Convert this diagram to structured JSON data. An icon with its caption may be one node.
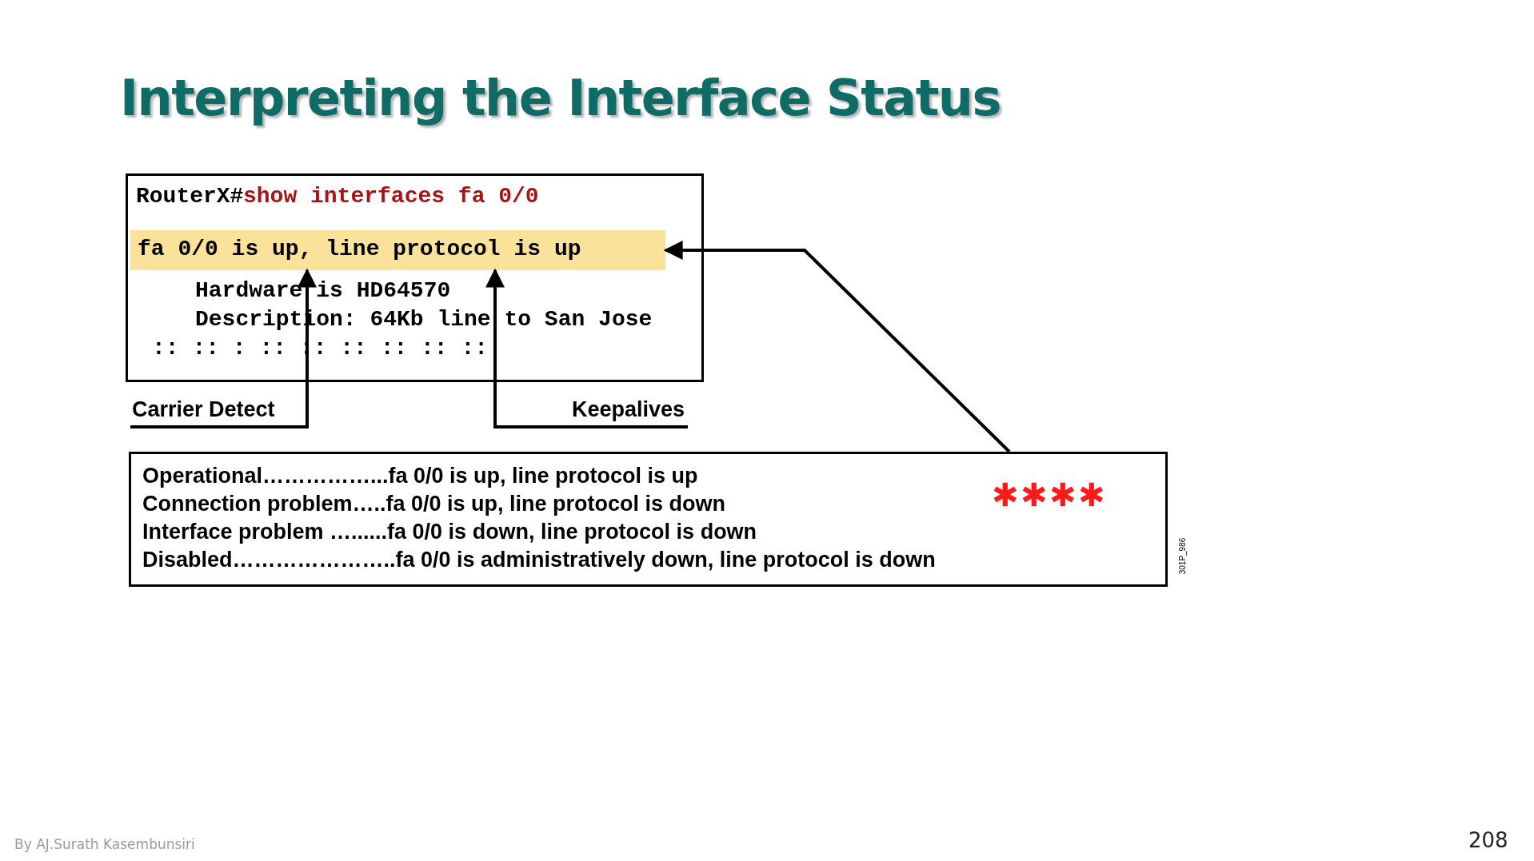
{
  "diagram": {
    "title": "Interpreting the Interface Status",
    "nodes": [
      {
        "text": [
          "RouterX#",
          "show interfaces fa 0/0",
          "Hardware is HD64570",
          "Description: 64Kb line to San Jose",
          ":: :: : :: :: :: :: :: ::"
        ]
      },
      {
        "text": [
          "fa 0/0 is up, line protocol is up"
        ],
        "in": 0
      },
      {
        "text": [
          "Carrier Detect"
        ]
      },
      {
        "text": [
          "Keepalives"
        ]
      },
      {
        "text": [
          "Operational……………...fa 0/0 is up, line protocol is up",
          "Connection problem…..fa 0/0 is up, line protocol is down",
          "Interface problem …......fa 0/0 is down, line protocol is down",
          "Disabled…………………..fa 0/0 is administratively down, line protocol is down",
          "✱✱✱✱"
        ]
      }
    ],
    "edges": [
      {
        "from": 2,
        "to": 1,
        "arrow": "to"
      },
      {
        "from": 3,
        "to": 1,
        "arrow": "to"
      },
      {
        "from": 4,
        "to": 1,
        "arrow": "to"
      }
    ],
    "labels": [
      "301P_986",
      "By AJ.Surath Kasembunsiri",
      "208"
    ]
  }
}
